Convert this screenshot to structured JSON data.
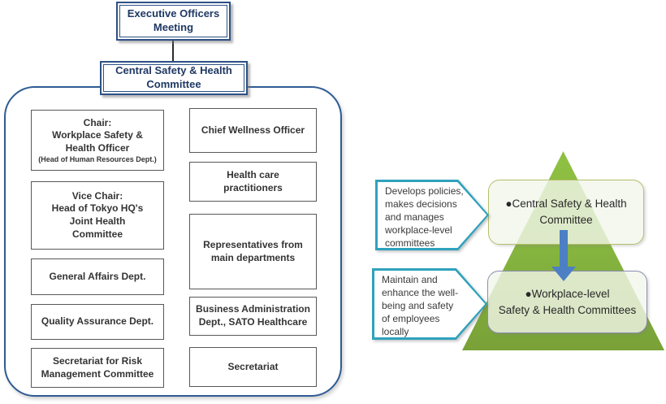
{
  "org_chart": {
    "exec_meeting": {
      "label": [
        "Executive Officers",
        "Meeting"
      ]
    },
    "central_committee": {
      "label": [
        "Central Safety & Health",
        "Committee"
      ]
    },
    "members_left": [
      {
        "main": [
          "Chair:",
          "Workplace Safety &",
          "Health Officer"
        ],
        "sub": "(Head of Human Resources Dept.)"
      },
      {
        "main": [
          "Vice Chair:",
          "Head of Tokyo HQ's",
          "Joint Health",
          "Committee"
        ]
      },
      {
        "main": [
          "General Affairs Dept."
        ]
      },
      {
        "main": [
          "Quality Assurance Dept."
        ]
      },
      {
        "main": [
          "Secretariat for Risk",
          "Management Committee"
        ]
      }
    ],
    "members_right": [
      {
        "main": [
          "Chief Wellness Officer"
        ]
      },
      {
        "main": [
          "Health care",
          "practitioners"
        ]
      },
      {
        "main": [
          "Representatives from",
          "main departments"
        ]
      },
      {
        "main": [
          "Business Administration",
          "Dept., SATO Healthcare"
        ]
      },
      {
        "main": [
          "Secretariat"
        ]
      }
    ]
  },
  "pyramid": {
    "callouts": [
      {
        "text": [
          "Develops policies,",
          "makes decisions",
          "and manages",
          "workplace-level",
          "committees"
        ]
      },
      {
        "text": [
          "Maintain and",
          "enhance the well-",
          "being and safety",
          "of employees",
          "locally"
        ]
      }
    ],
    "levels": [
      {
        "label": [
          "●Central Safety & Health",
          "Committee"
        ]
      },
      {
        "label": [
          "●Workplace-level",
          "Safety & Health Committees"
        ]
      }
    ]
  },
  "colors": {
    "navy_border": "#2d5186",
    "navy_text": "#1f3864",
    "teal_callout": "#2fa2bd",
    "triangle_green_top": "#8fc143",
    "triangle_green_bottom": "#79a138",
    "olive_box_border": "#b5c06c",
    "purple_box_border": "#8d8db1",
    "arrow_blue": "#4c7fc4"
  }
}
